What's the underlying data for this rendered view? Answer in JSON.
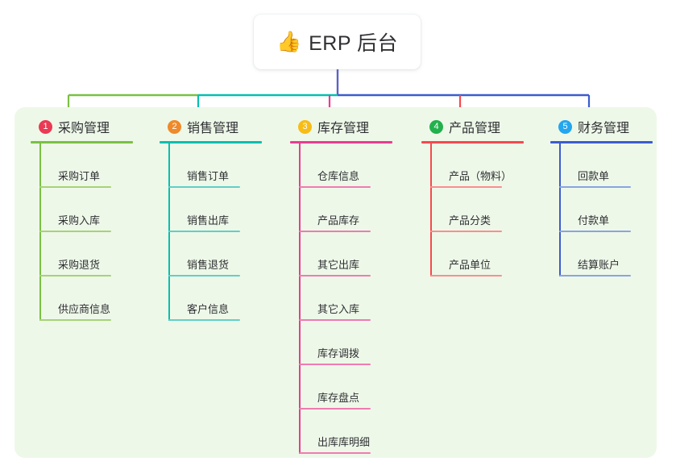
{
  "root": {
    "emoji": "👍",
    "emoji_name": "thumbs-up-icon",
    "title": "ERP 后台"
  },
  "theme": {
    "canvas_bg": "#ffffff",
    "panel_bg": "#eef8e9",
    "card_bg": "#ffffff",
    "text": "#2f3033",
    "root_connector": "#5b63c4"
  },
  "columns": [
    {
      "number": "1",
      "title": "采购管理",
      "badge_color": "#ea3a54",
      "line_color": "#7ac143",
      "item_line_color": "#a8d277",
      "connector_color": "#7ac143",
      "items": [
        {
          "label": "采购订单"
        },
        {
          "label": "采购入库"
        },
        {
          "label": "采购退货"
        },
        {
          "label": "供应商信息"
        }
      ]
    },
    {
      "number": "2",
      "title": "销售管理",
      "badge_color": "#f0892a",
      "line_color": "#07bfb0",
      "item_line_color": "#62cfc6",
      "connector_color": "#07bfb0",
      "items": [
        {
          "label": "销售订单"
        },
        {
          "label": "销售出库"
        },
        {
          "label": "销售退货"
        },
        {
          "label": "客户信息"
        }
      ]
    },
    {
      "number": "3",
      "title": "库存管理",
      "badge_color": "#f7bc16",
      "line_color": "#ea3c91",
      "item_line_color": "#ef7bb1",
      "connector_color": "#ea3c91",
      "items": [
        {
          "label": "仓库信息"
        },
        {
          "label": "产品库存"
        },
        {
          "label": "其它出库"
        },
        {
          "label": "其它入库"
        },
        {
          "label": "库存调拨"
        },
        {
          "label": "库存盘点"
        },
        {
          "label": "出库库明细"
        }
      ]
    },
    {
      "number": "4",
      "title": "产品管理",
      "badge_color": "#22b14c",
      "line_color": "#f8484e",
      "item_line_color": "#fa8d8f",
      "connector_color": "#f8484e",
      "items": [
        {
          "label": "产品（物料）"
        },
        {
          "label": "产品分类"
        },
        {
          "label": "产品单位"
        }
      ]
    },
    {
      "number": "5",
      "title": "财务管理",
      "badge_color": "#23a6f0",
      "line_color": "#3b5cd0",
      "item_line_color": "#8aa4e0",
      "connector_color": "#3b5cd0",
      "items": [
        {
          "label": "回款单"
        },
        {
          "label": "付款单"
        },
        {
          "label": "结算账户"
        }
      ]
    }
  ]
}
